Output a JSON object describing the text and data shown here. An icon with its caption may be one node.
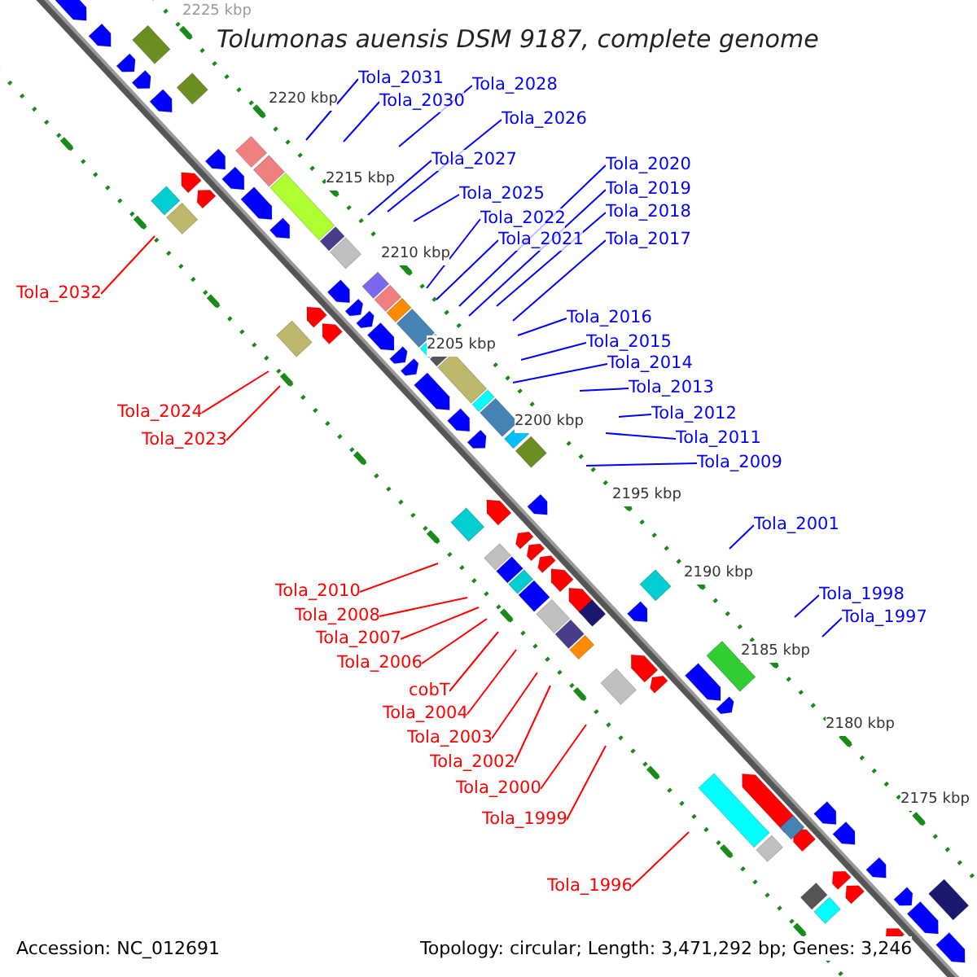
{
  "diagram": {
    "title": "Tolumonas auensis DSM 9187, complete genome",
    "nodes": [
      {
        "text": [
          "Tola_2031"
        ]
      },
      {
        "text": [
          "Tola_2028"
        ]
      },
      {
        "text": [
          "Tola_2030"
        ]
      },
      {
        "text": [
          "Tola_2026"
        ]
      },
      {
        "text": [
          "Tola_2027"
        ]
      },
      {
        "text": [
          "Tola_2020"
        ]
      },
      {
        "text": [
          "Tola_2019"
        ]
      },
      {
        "text": [
          "Tola_2025"
        ]
      },
      {
        "text": [
          "Tola_2018"
        ]
      },
      {
        "text": [
          "Tola_2022"
        ]
      },
      {
        "text": [
          "Tola_2021"
        ]
      },
      {
        "text": [
          "Tola_2017"
        ]
      },
      {
        "text": [
          "Tola_2032"
        ]
      },
      {
        "text": [
          "Tola_2016"
        ]
      },
      {
        "text": [
          "Tola_2015"
        ]
      },
      {
        "text": [
          "Tola_2014"
        ]
      },
      {
        "text": [
          "Tola_2013"
        ]
      },
      {
        "text": [
          "Tola_2024"
        ]
      },
      {
        "text": [
          "Tola_2012"
        ]
      },
      {
        "text": [
          "Tola_2023"
        ]
      },
      {
        "text": [
          "Tola_2011"
        ]
      },
      {
        "text": [
          "Tola_2009"
        ]
      },
      {
        "text": [
          "Tola_2001"
        ]
      },
      {
        "text": [
          "Tola_2010"
        ]
      },
      {
        "text": [
          "Tola_1998"
        ]
      },
      {
        "text": [
          "Tola_2008"
        ]
      },
      {
        "text": [
          "Tola_1997"
        ]
      },
      {
        "text": [
          "Tola_2007"
        ]
      },
      {
        "text": [
          "Tola_2006"
        ]
      },
      {
        "text": [
          "cobT"
        ]
      },
      {
        "text": [
          "Tola_2004"
        ]
      },
      {
        "text": [
          "Tola_2003"
        ]
      },
      {
        "text": [
          "Tola_2002"
        ]
      },
      {
        "text": [
          "Tola_2000"
        ]
      },
      {
        "text": [
          "Tola_1999"
        ]
      },
      {
        "text": [
          "Tola_1996"
        ]
      }
    ],
    "edges": [
      {
        "from": 0,
        "to": null,
        "arrow": "none"
      },
      {
        "from": 1,
        "to": null,
        "arrow": "none"
      },
      {
        "from": 2,
        "to": null,
        "arrow": "none"
      },
      {
        "from": 3,
        "to": null,
        "arrow": "none"
      },
      {
        "from": 4,
        "to": null,
        "arrow": "none"
      },
      {
        "from": 5,
        "to": null,
        "arrow": "none"
      },
      {
        "from": 6,
        "to": null,
        "arrow": "none"
      },
      {
        "from": 7,
        "to": null,
        "arrow": "none"
      },
      {
        "from": 8,
        "to": null,
        "arrow": "none"
      },
      {
        "from": 9,
        "to": null,
        "arrow": "none"
      },
      {
        "from": 10,
        "to": null,
        "arrow": "none"
      },
      {
        "from": 11,
        "to": null,
        "arrow": "none"
      },
      {
        "from": 12,
        "to": null,
        "arrow": "none",
        "color": "#ff0000"
      },
      {
        "from": 13,
        "to": null,
        "arrow": "none"
      },
      {
        "from": 14,
        "to": null,
        "arrow": "none"
      },
      {
        "from": 15,
        "to": null,
        "arrow": "none"
      },
      {
        "from": 16,
        "to": null,
        "arrow": "none"
      },
      {
        "from": 17,
        "to": null,
        "arrow": "none",
        "color": "#ff0000"
      },
      {
        "from": 18,
        "to": null,
        "arrow": "none"
      },
      {
        "from": 19,
        "to": null,
        "arrow": "none",
        "color": "#ff0000"
      },
      {
        "from": 20,
        "to": null,
        "arrow": "none"
      },
      {
        "from": 21,
        "to": null,
        "arrow": "none"
      },
      {
        "from": 22,
        "to": null,
        "arrow": "none"
      },
      {
        "from": 23,
        "to": null,
        "arrow": "none",
        "color": "#ff0000"
      },
      {
        "from": 24,
        "to": null,
        "arrow": "none"
      },
      {
        "from": 25,
        "to": null,
        "arrow": "none",
        "color": "#ff0000"
      },
      {
        "from": 26,
        "to": null,
        "arrow": "none"
      },
      {
        "from": 27,
        "to": null,
        "arrow": "none",
        "color": "#ff0000"
      },
      {
        "from": 28,
        "to": null,
        "arrow": "none",
        "color": "#ff0000"
      },
      {
        "from": 29,
        "to": null,
        "arrow": "none",
        "color": "#ff0000"
      },
      {
        "from": 30,
        "to": null,
        "arrow": "none",
        "color": "#ff0000"
      },
      {
        "from": 31,
        "to": null,
        "arrow": "none",
        "color": "#ff0000"
      },
      {
        "from": 32,
        "to": null,
        "arrow": "none",
        "color": "#ff0000"
      },
      {
        "from": 33,
        "to": null,
        "arrow": "none",
        "color": "#ff0000"
      },
      {
        "from": 34,
        "to": null,
        "arrow": "none",
        "color": "#ff0000"
      },
      {
        "from": 35,
        "to": null,
        "arrow": "none",
        "color": "#ff0000"
      }
    ],
    "labels": [
      "2225 kbp",
      "2220 kbp",
      "2215 kbp",
      "2210 kbp",
      "2205 kbp",
      "2200 kbp",
      "2195 kbp",
      "2190 kbp",
      "2185 kbp",
      "2180 kbp",
      "2175 kbp",
      "Accession: NC_012691",
      "Topology: circular; Length: 3,471,292 bp; Genes: 3,246"
    ]
  }
}
